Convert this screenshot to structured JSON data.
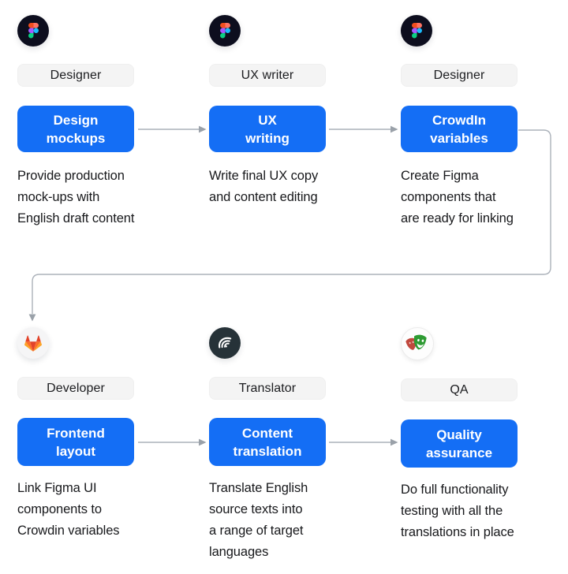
{
  "colors": {
    "accent_blue": "#146EF5",
    "pill_bg": "#F4F4F4",
    "arrow_gray": "#A9AFB7",
    "text_dark": "#17181B",
    "figma_badge_bg": "#0D0E1E",
    "crowdin_badge_bg": "#263238",
    "gitlab_badge_bg": "#F5F5F6",
    "playwright_badge_bg": "#FDFDFD"
  },
  "steps": [
    {
      "tool_icon": "figma-icon",
      "role": "Designer",
      "node_label": "Design mockups",
      "node_lines": [
        "Design",
        "mockups"
      ],
      "description": "Provide production mock-ups with English draft content",
      "description_lines": [
        "Provide production",
        "mock-ups with",
        "English draft content"
      ]
    },
    {
      "tool_icon": "figma-icon",
      "role": "UX writer",
      "node_label": "UX writing",
      "node_lines": [
        "UX",
        "writing"
      ],
      "description": "Write final UX copy and content editing",
      "description_lines": [
        "Write final UX copy",
        "and content editing"
      ]
    },
    {
      "tool_icon": "figma-icon",
      "role": "Designer",
      "node_label": "CrowdIn variables",
      "node_lines": [
        "CrowdIn",
        "variables"
      ],
      "description": "Create Figma components that are ready for linking",
      "description_lines": [
        "Create Figma",
        "components that",
        "are ready for linking"
      ]
    },
    {
      "tool_icon": "gitlab-icon",
      "role": "Developer",
      "node_label": "Frontend layout",
      "node_lines": [
        "Frontend",
        "layout"
      ],
      "description": "Link Figma UI components to Crowdin variables",
      "description_lines": [
        "Link Figma UI",
        "components to",
        "Crowdin variables"
      ]
    },
    {
      "tool_icon": "crowdin-icon",
      "role": "Translator",
      "node_label": "Content translation",
      "node_lines": [
        "Content",
        "translation"
      ],
      "description": "Translate English source texts into a range of target languages",
      "description_lines": [
        "Translate English",
        "source texts into",
        "a range of target",
        "languages"
      ]
    },
    {
      "tool_icon": "playwright-icon",
      "role": "QA",
      "node_label": "Quality assurance",
      "node_lines": [
        "Quality",
        "assurance"
      ],
      "description": "Do full functionality testing with all the translations in place",
      "description_lines": [
        "Do full functionality",
        "testing with all the",
        "translations in place"
      ]
    }
  ]
}
